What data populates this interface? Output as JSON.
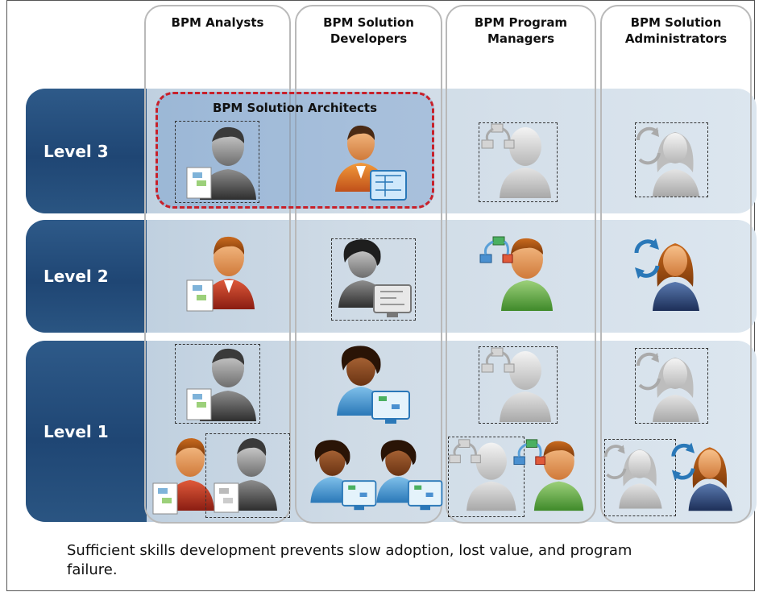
{
  "columns": [
    {
      "label": "BPM Analysts"
    },
    {
      "label": "BPM Solution Developers"
    },
    {
      "label": "BPM Program Managers"
    },
    {
      "label": "BPM Solution Administrators"
    }
  ],
  "rows": [
    {
      "label": "Level 3"
    },
    {
      "label": "Level 2"
    },
    {
      "label": "Level 1"
    }
  ],
  "highlight_group": {
    "label": "BPM Solution Architects"
  },
  "caption": "Sufficient skills development prevents slow adoption, lost value, and program failure.",
  "colors": {
    "level_band": "#24507f",
    "row_bg": "#cfdbe6",
    "architect_border": "#c8202a"
  }
}
